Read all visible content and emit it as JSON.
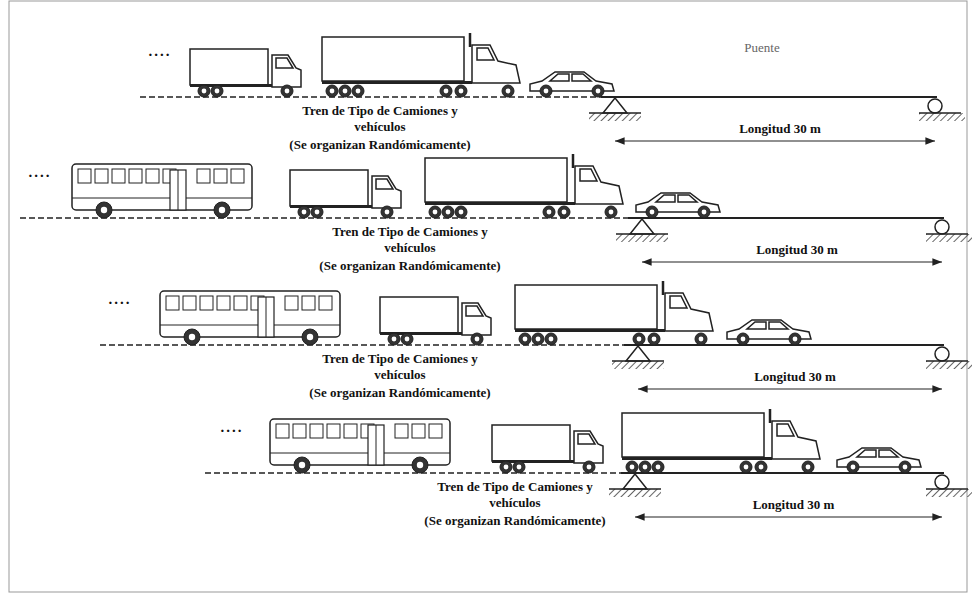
{
  "diagram": {
    "labels": [
      "Puente",
      "....",
      "Tren de Tipo de Camiones y vehículos",
      "(Se organizan Randómicamente)",
      "Longitud 30 m",
      "....",
      "Tren de Tipo de Camiones y vehículos",
      "(Se organizan Randómicamente)",
      "Longitud 30 m",
      "....",
      "Tren de Tipo de Camiones y vehículos",
      "(Se organizan Randómicamente)",
      "Longitud 30 m",
      "....",
      "Tren de Tipo de Camiones y vehículos",
      "(Se organizan Randómicamente)",
      "Longitud 30 m"
    ]
  }
}
